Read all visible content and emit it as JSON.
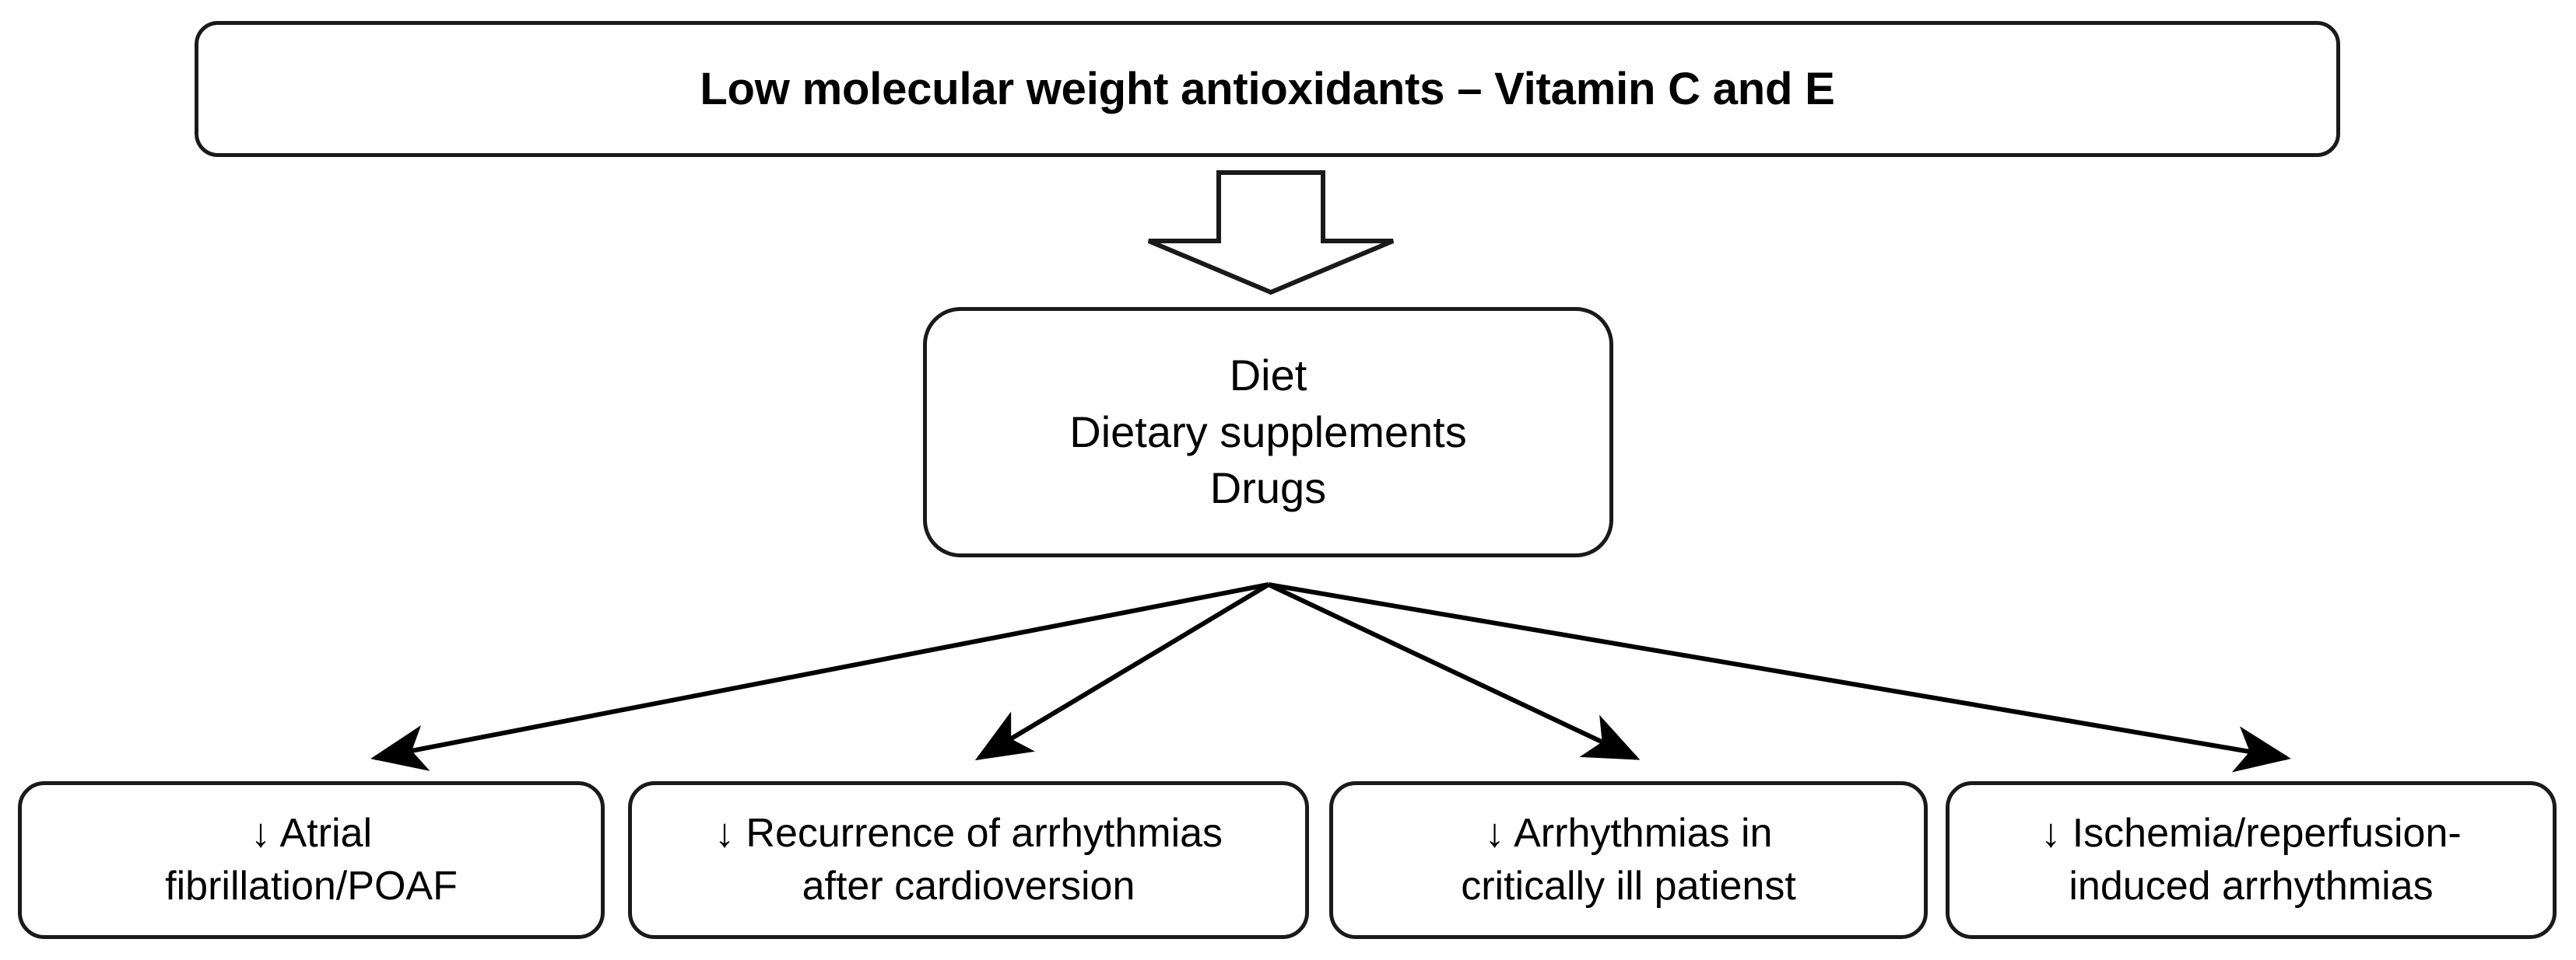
{
  "diagram": {
    "title_node": {
      "label": "Low molecular weight antioxidants – Vitamin C and E"
    },
    "intervention_node": {
      "line1": "Diet",
      "line2": "Dietary supplements",
      "line3": "Drugs"
    },
    "flow_arrow": {
      "icon": "block-arrow-down-icon",
      "direction": "down",
      "style": "hollow-outlined"
    },
    "outcomes": [
      {
        "id": "atrial-fibrillation",
        "line1": "↓ Atrial",
        "line2": "fibrillation/POAF"
      },
      {
        "id": "recurrence-after-cardioversion",
        "line1": "↓ Recurrence of arrhythmias",
        "line2": "after cardioversion"
      },
      {
        "id": "critically-ill-arrhythmias",
        "line1": "↓ Arrhythmias in",
        "line2": "critically ill patienst"
      },
      {
        "id": "ischemia-reperfusion-arrhythmias",
        "line1": "↓ Ischemia/reperfusion-",
        "line2": "induced arrhythmias"
      }
    ],
    "colors": {
      "stroke": "#1a1a1a",
      "connector": "#000000",
      "node_fill": "#ffffff",
      "background": "#ffffff",
      "text": "#000000"
    }
  }
}
